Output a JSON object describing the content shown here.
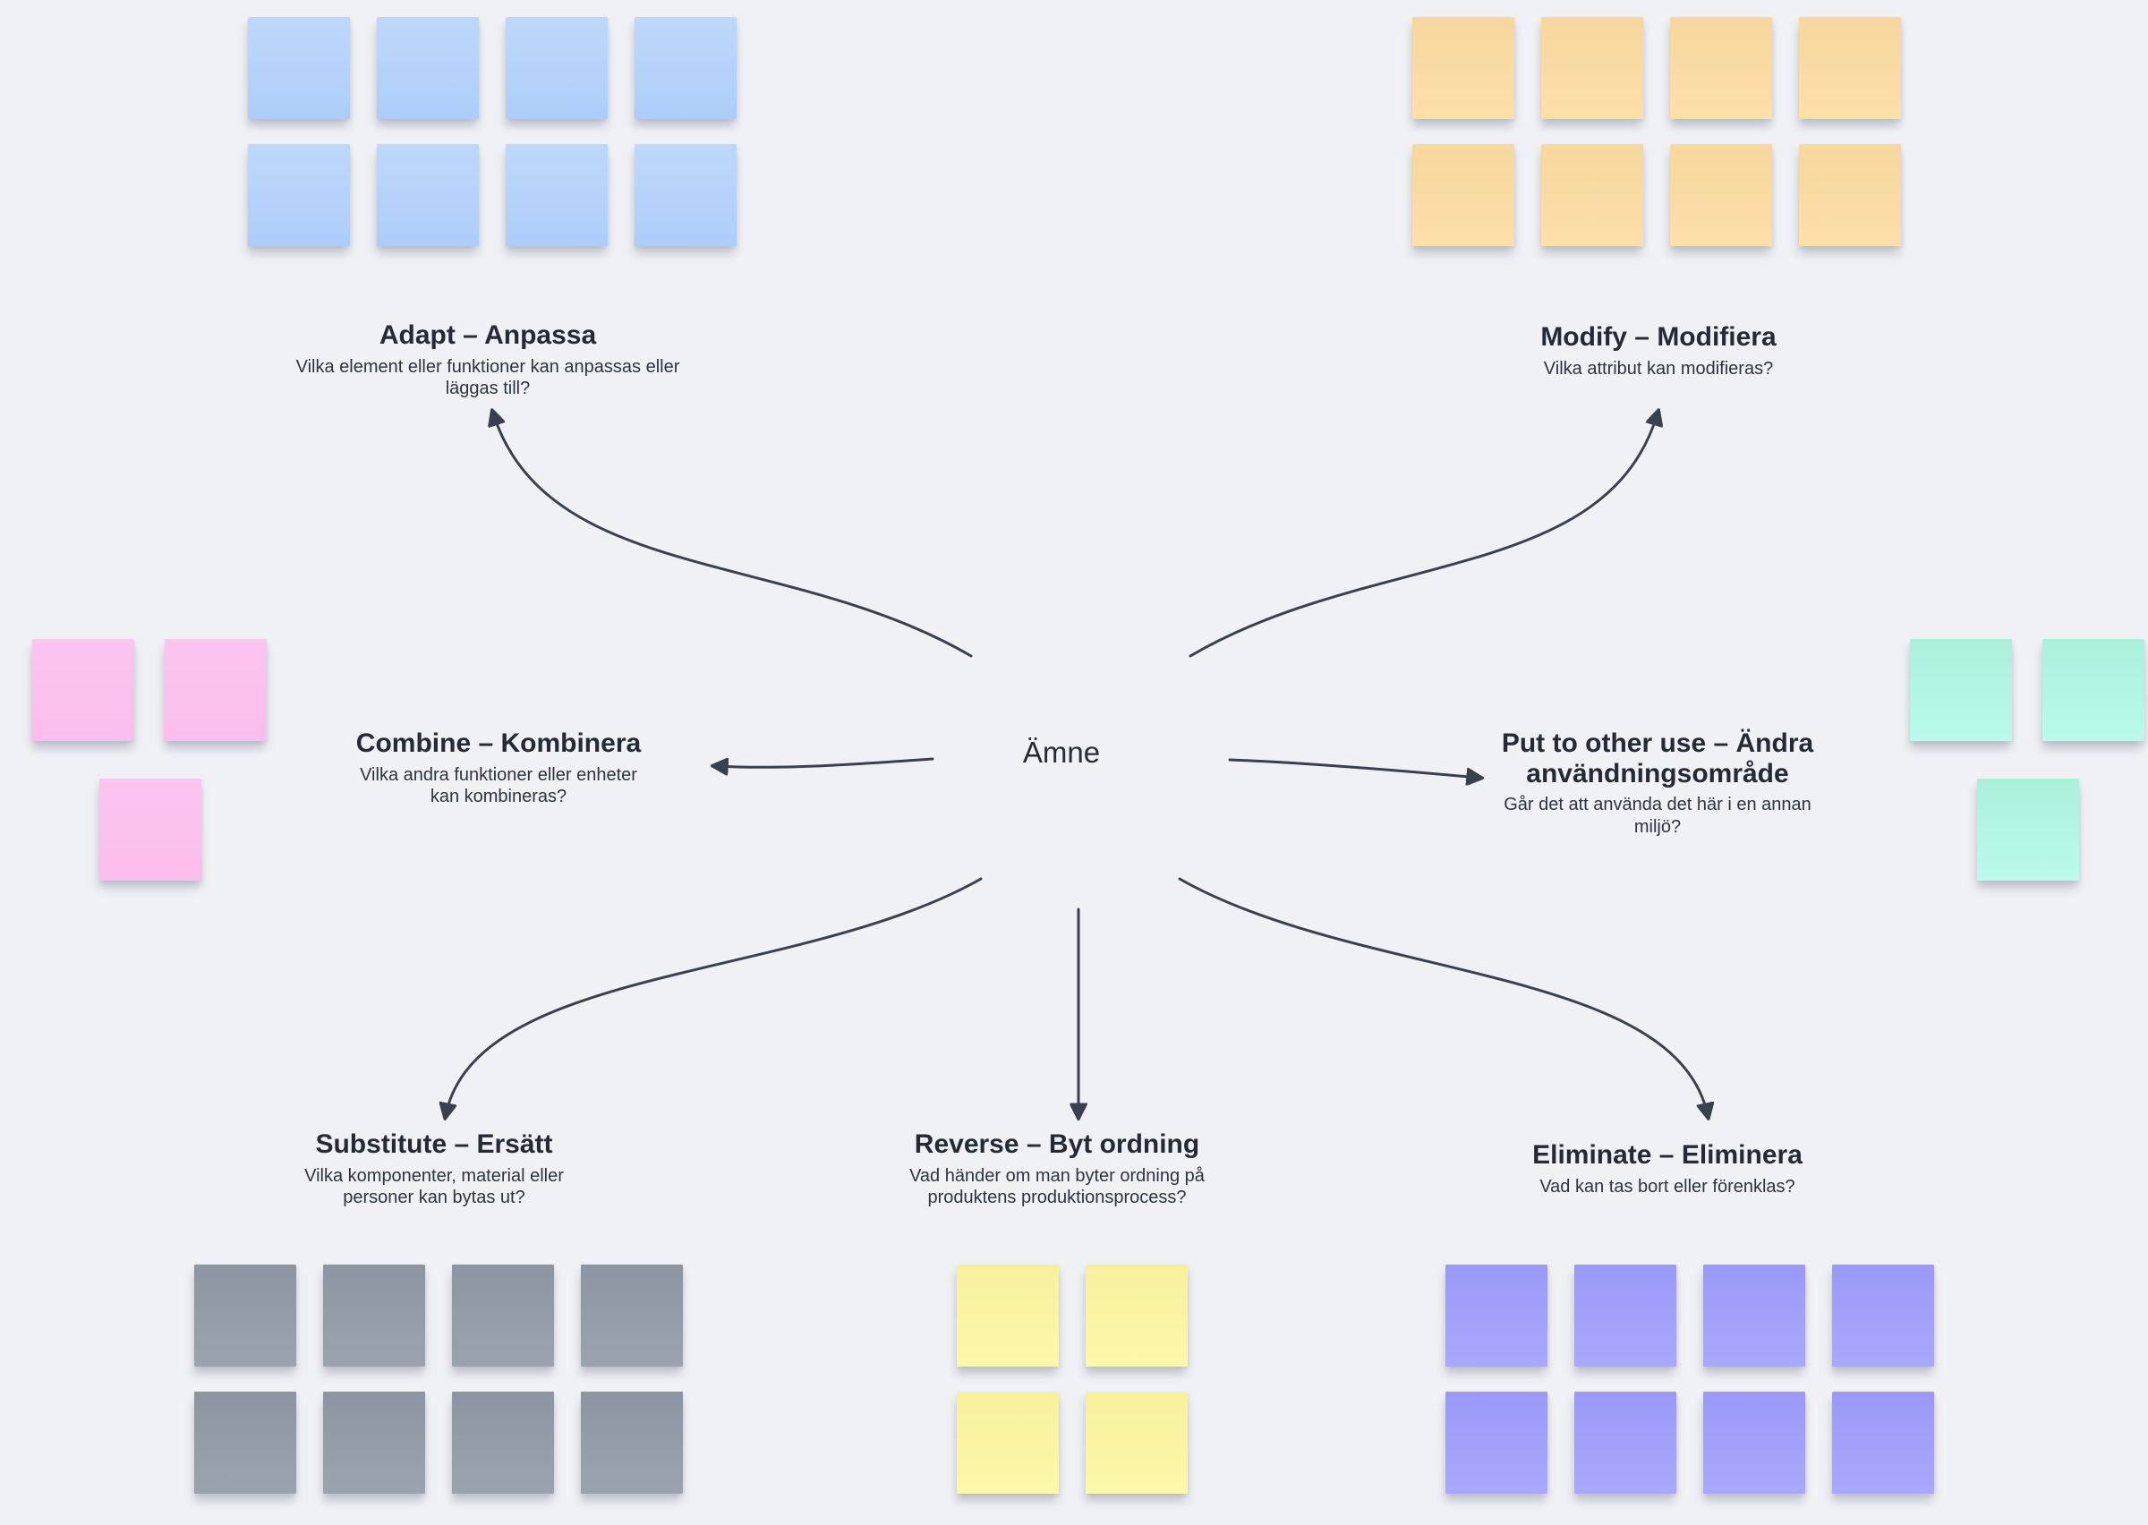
{
  "board": {
    "background_color": "#eff1f4",
    "arrow_color": "#39414e",
    "center_topic": {
      "label": "Ämne"
    },
    "sections": [
      {
        "id": "adapt",
        "title": "Adapt – Anpassa",
        "description": "Vilka element eller funktioner kan anpassas eller läggas till?",
        "notes": {
          "count": 8,
          "color_name": "blue",
          "color_top": "#bed8fb",
          "color_bottom": "#adcdf9"
        }
      },
      {
        "id": "modify",
        "title": "Modify – Modifiera",
        "description": "Vilka attribut kan modifieras?",
        "notes": {
          "count": 8,
          "color_name": "orange",
          "color_top": "#f6d79d",
          "color_bottom": "#fce0a8"
        }
      },
      {
        "id": "combine",
        "title": "Combine – Kombinera",
        "description": "Vilka andra funktioner eller enheter kan kombineras?",
        "notes": {
          "count": 3,
          "color_name": "pink",
          "color_top": "#fbc5ef",
          "color_bottom": "#fbbdec"
        }
      },
      {
        "id": "put-to-other-use",
        "title": "Put to other use – Ändra användningsområde",
        "description": "Går det att använda det här i en annan miljö?",
        "notes": {
          "count": 3,
          "color_name": "mint",
          "color_top": "#aaf0da",
          "color_bottom": "#bafbec"
        }
      },
      {
        "id": "substitute",
        "title": "Substitute – Ersätt",
        "description": "Vilka komponenter, material eller personer kan bytas ut?",
        "notes": {
          "count": 8,
          "color_name": "gray",
          "color_top": "#8d95a2",
          "color_bottom": "#9ba3af"
        }
      },
      {
        "id": "reverse",
        "title": "Reverse – Byt ordning",
        "description": "Vad händer om man byter ordning på produktens produktionsprocess?",
        "notes": {
          "count": 4,
          "color_name": "yellow",
          "color_top": "#f7f19c",
          "color_bottom": "#fcf8aa"
        }
      },
      {
        "id": "eliminate",
        "title": "Eliminate – Eliminera",
        "description": "Vad kan tas bort eller förenklas?",
        "notes": {
          "count": 8,
          "color_name": "purple",
          "color_top": "#9b99f8",
          "color_bottom": "#a9a8fc"
        }
      }
    ]
  }
}
